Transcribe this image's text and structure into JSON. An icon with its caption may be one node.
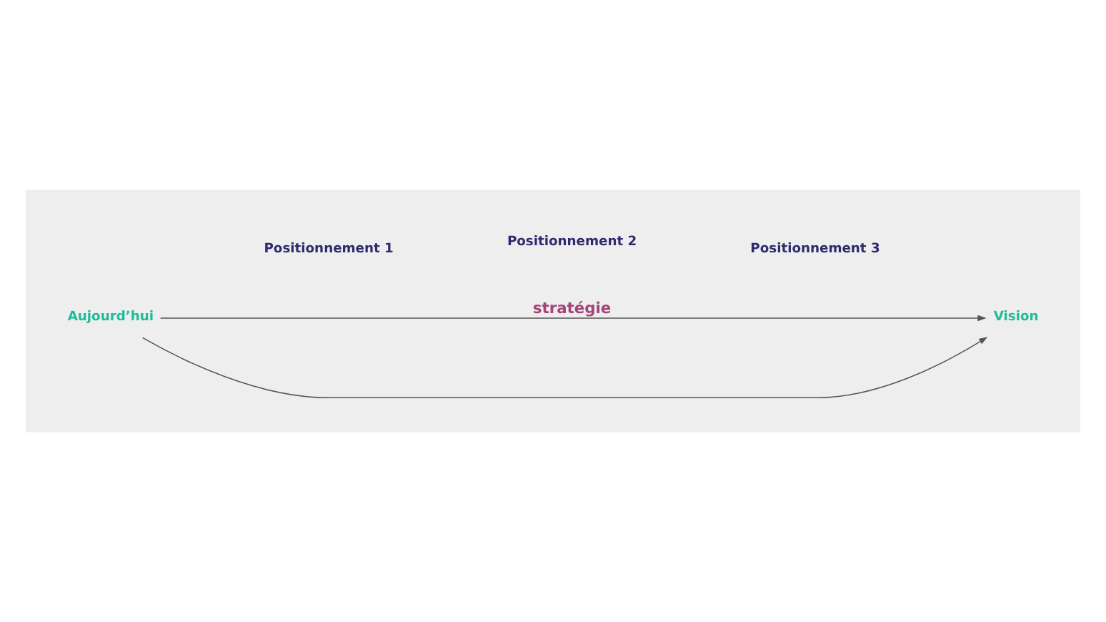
{
  "diagram": {
    "nodes": [
      {
        "text": [],
        "shape": "box"
      },
      {
        "text": [
          "Vision"
        ],
        "in": 0
      },
      {
        "text": [
          "Aujourd’hui"
        ],
        "in": 0
      }
    ],
    "edges": [
      {
        "from": 2,
        "to": 1,
        "arrow": "to"
      },
      {
        "from": 2,
        "to": 1,
        "arrow": "to",
        "label": "stratégie"
      }
    ],
    "labels": [
      "Positionnement 3",
      "Positionnement 2",
      "Positionnement 1"
    ]
  }
}
